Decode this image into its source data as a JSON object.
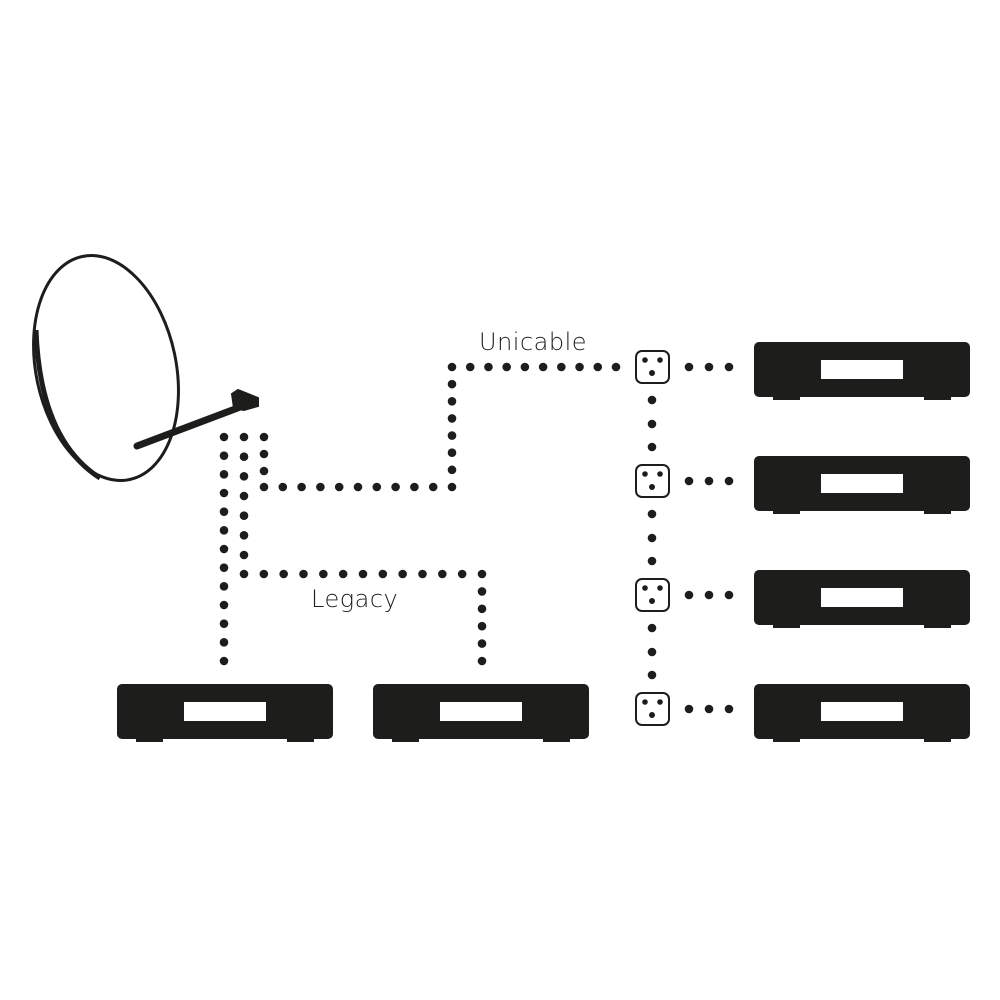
{
  "diagram": {
    "labels": {
      "unicable": "Unicable",
      "legacy": "Legacy"
    },
    "colors": {
      "ink": "#1d1d1b",
      "background": "#ffffff"
    },
    "components": {
      "dish": "satellite-dish",
      "legacy_receivers": 2,
      "unicable_sockets": 4,
      "unicable_receivers": 4
    }
  }
}
